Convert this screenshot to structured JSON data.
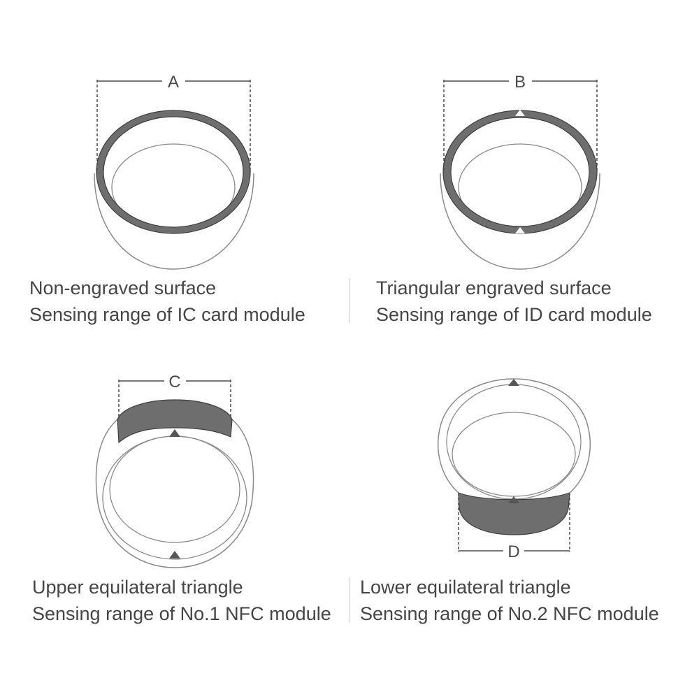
{
  "panels": [
    {
      "id": "A",
      "dimension_label": "A",
      "caption_line1": "Non-engraved surface",
      "caption_line2": "Sensing range of IC card module"
    },
    {
      "id": "B",
      "dimension_label": "B",
      "caption_line1": "Triangular engraved surface",
      "caption_line2": "Sensing range of ID card module"
    },
    {
      "id": "C",
      "dimension_label": "C",
      "caption_line1": "Upper equilateral triangle",
      "caption_line2": "Sensing range of No.1 NFC module"
    },
    {
      "id": "D",
      "dimension_label": "D",
      "caption_line1": "Lower equilateral triangle",
      "caption_line2": "Sensing range of No.2 NFC module"
    }
  ],
  "colors": {
    "highlight_band": "#6e6e6e",
    "outline": "#4a4a4a",
    "light_outline": "#8a8a8a",
    "text": "#454545"
  }
}
